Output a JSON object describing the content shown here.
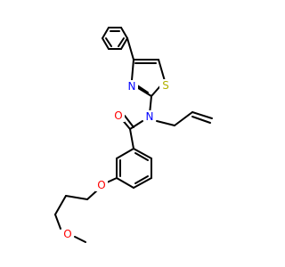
{
  "colors": {
    "background": "#ffffff",
    "bond": "#000000",
    "oxygen": "#ff0000",
    "nitrogen": "#0000ff",
    "sulfur": "#b2b200"
  },
  "atoms": {
    "o_carbonyl": "O",
    "n_amide": "N",
    "n_thiazole": "N",
    "s_thiazole": "S",
    "o_ether": "O",
    "o_methoxy": "O"
  }
}
